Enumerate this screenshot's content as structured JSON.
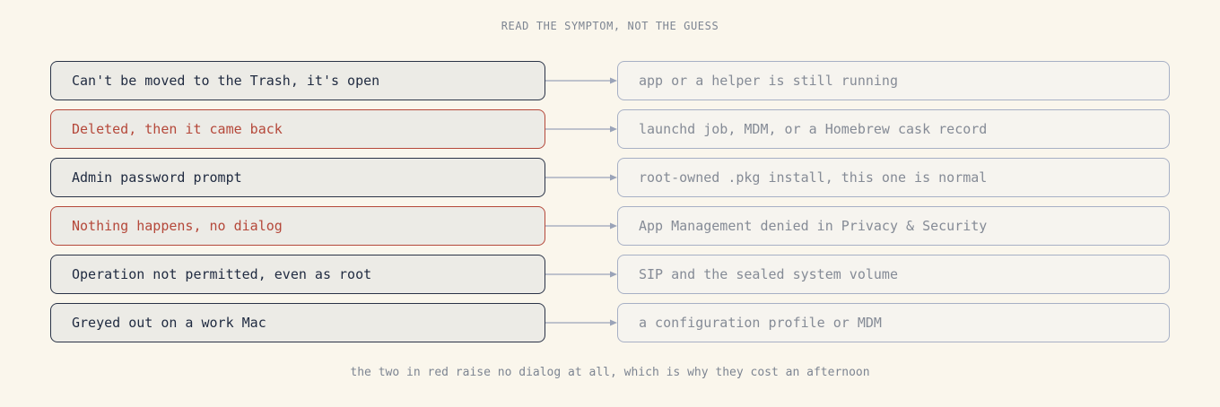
{
  "title": "READ THE SYMPTOM, NOT THE GUESS",
  "rows": [
    {
      "symptom": "Can't be moved to the Trash, it's open",
      "cause": "app or a helper is still running",
      "highlight": false
    },
    {
      "symptom": "Deleted, then it came back",
      "cause": "launchd job, MDM, or a Homebrew cask record",
      "highlight": true
    },
    {
      "symptom": "Admin password prompt",
      "cause": "root-owned .pkg install, this one is normal",
      "highlight": false
    },
    {
      "symptom": "Nothing happens, no dialog",
      "cause": "App Management denied in Privacy & Security",
      "highlight": true
    },
    {
      "symptom": "Operation not permitted, even as root",
      "cause": "SIP and the sealed system volume",
      "highlight": false
    },
    {
      "symptom": "Greyed out on a work Mac",
      "cause": "a configuration profile or MDM",
      "highlight": false
    }
  ],
  "footer": "the two in red raise no dialog at all, which is why they cost an afternoon",
  "colors": {
    "highlight": "#b5483a",
    "normal_border": "#2a3347",
    "cause_border": "#a7b0c5",
    "arrow": "#9aa3b8"
  }
}
